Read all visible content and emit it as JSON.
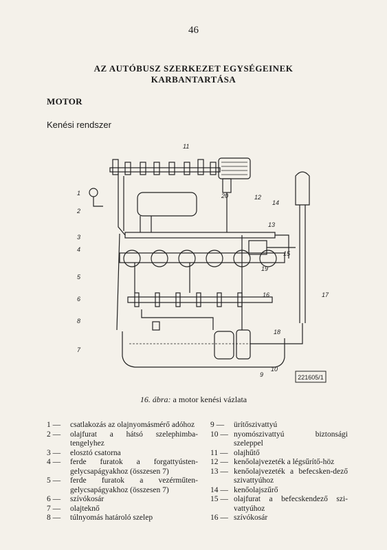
{
  "page_number": "46",
  "title_line1": "AZ AUTÓBUSZ SZERKEZET EGYSÉGEINEK",
  "title_line2": "KARBANTARTÁSA",
  "section": "MOTOR",
  "subsection": "Kenési rendszer",
  "figure": {
    "code": "221605/1",
    "callouts": [
      "1",
      "2",
      "3",
      "4",
      "5",
      "6",
      "7",
      "8",
      "9",
      "10",
      "11",
      "12",
      "13",
      "14",
      "15",
      "16",
      "17",
      "18",
      "19",
      "20"
    ]
  },
  "caption_label": "16. ábra:",
  "caption_text": " a motor kenési vázlata",
  "legend_left": [
    {
      "num": "1 —",
      "text": "csatlakozás az olajnyomásmérő adóhoz"
    },
    {
      "num": "2 —",
      "text": "olajfurat a hátsó szelephimba-tengelyhez"
    },
    {
      "num": "3 —",
      "text": "elosztó csatorna"
    },
    {
      "num": "4 —",
      "text": "ferde furatok a forgattyústen-gelycsapágyakhoz (összesen 7)"
    },
    {
      "num": "5 —",
      "text": "ferde furatok a vezérműten-gelycsapágyakhoz (összesen 7)"
    },
    {
      "num": "6 —",
      "text": "szívókosár"
    },
    {
      "num": "7 —",
      "text": "olajteknő"
    },
    {
      "num": "8 —",
      "text": "túlnyomás határoló szelep"
    }
  ],
  "legend_right": [
    {
      "num": "9 —",
      "text": "ürítőszivattyú"
    },
    {
      "num": "10 —",
      "text": "nyomószivattyú biztonsági szeleppel"
    },
    {
      "num": "11 —",
      "text": "olajhűtő"
    },
    {
      "num": "12 —",
      "text": "kenőolajvezeték a légsűrítő-höz"
    },
    {
      "num": "13 —",
      "text": "kenőolajvezeték a befecsken-dező szivattyúhoz"
    },
    {
      "num": "14 —",
      "text": "kenőolajszűrő"
    },
    {
      "num": "15 —",
      "text": "olajfurat a befecskendező szi-vattyúhoz"
    },
    {
      "num": "16 —",
      "text": "szívókosár"
    }
  ]
}
